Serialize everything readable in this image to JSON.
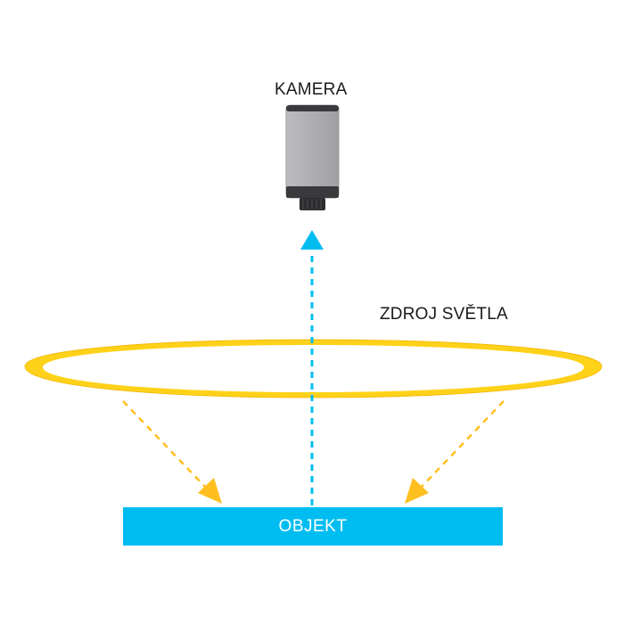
{
  "labels": {
    "camera": "KAMERA",
    "light_source": "ZDROJ SVĚTLA",
    "object": "OBJEKT"
  },
  "colors": {
    "object_fill": "#00bdf1",
    "camera_ray": "#00bdf1",
    "light_ring": "#ffd21a",
    "light_ring_edge": "#f3b400",
    "light_ray": "#ffbf1f",
    "camera_body": "#b4b4b8",
    "camera_trim": "#3a3a3c",
    "text": "#1a1a1a"
  },
  "icons": {
    "camera": "camera-icon",
    "camera_ray": "arrow-up-icon",
    "light_rays": "arrow-down-diagonal-icon"
  }
}
